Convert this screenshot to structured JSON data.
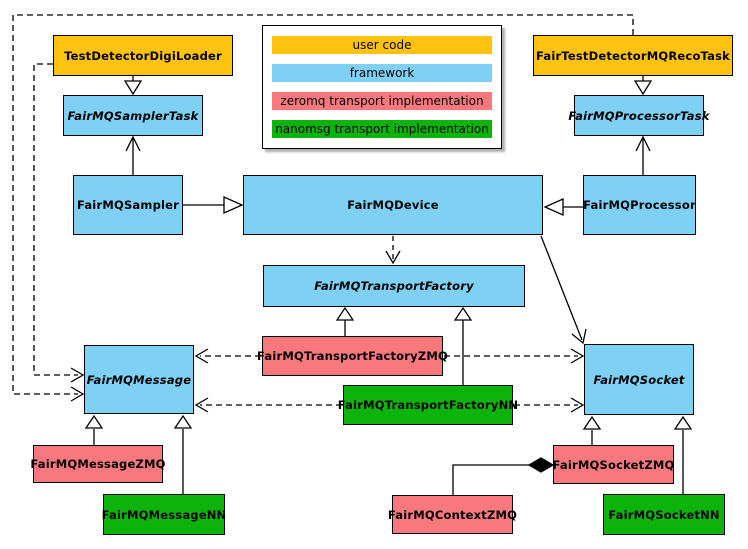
{
  "legend": {
    "items": [
      {
        "label": "user code",
        "color": "#ffc20e"
      },
      {
        "label": "framework",
        "color": "#7ed0f5"
      },
      {
        "label": "zeromq transport implementation",
        "color": "#f8797d"
      },
      {
        "label": "nanomsg transport implementation",
        "color": "#0bb30b"
      }
    ]
  },
  "nodes": [
    {
      "id": "TestDetectorDigiLoader",
      "label": "TestDetectorDigiLoader",
      "category": "user code",
      "abstract": false
    },
    {
      "id": "FairTestDetectorMQRecoTask",
      "label": "FairTestDetectorMQRecoTask",
      "category": "user code",
      "abstract": false
    },
    {
      "id": "FairMQSamplerTask",
      "label": "FairMQSamplerTask",
      "category": "framework",
      "abstract": true
    },
    {
      "id": "FairMQProcessorTask",
      "label": "FairMQProcessorTask",
      "category": "framework",
      "abstract": true
    },
    {
      "id": "FairMQSampler",
      "label": "FairMQSampler",
      "category": "framework",
      "abstract": false
    },
    {
      "id": "FairMQDevice",
      "label": "FairMQDevice",
      "category": "framework",
      "abstract": false
    },
    {
      "id": "FairMQProcessor",
      "label": "FairMQProcessor",
      "category": "framework",
      "abstract": false
    },
    {
      "id": "FairMQTransportFactory",
      "label": "FairMQTransportFactory",
      "category": "framework",
      "abstract": true
    },
    {
      "id": "FairMQTransportFactoryZMQ",
      "label": "FairMQTransportFactoryZMQ",
      "category": "zeromq transport implementation",
      "abstract": false
    },
    {
      "id": "FairMQTransportFactoryNN",
      "label": "FairMQTransportFactoryNN",
      "category": "nanomsg transport implementation",
      "abstract": false
    },
    {
      "id": "FairMQMessage",
      "label": "FairMQMessage",
      "category": "framework",
      "abstract": true
    },
    {
      "id": "FairMQSocket",
      "label": "FairMQSocket",
      "category": "framework",
      "abstract": true
    },
    {
      "id": "FairMQMessageZMQ",
      "label": "FairMQMessageZMQ",
      "category": "zeromq transport implementation",
      "abstract": false
    },
    {
      "id": "FairMQMessageNN",
      "label": "FairMQMessageNN",
      "category": "nanomsg transport implementation",
      "abstract": false
    },
    {
      "id": "FairMQContextZMQ",
      "label": "FairMQContextZMQ",
      "category": "zeromq transport implementation",
      "abstract": false
    },
    {
      "id": "FairMQSocketZMQ",
      "label": "FairMQSocketZMQ",
      "category": "zeromq transport implementation",
      "abstract": false
    },
    {
      "id": "FairMQSocketNN",
      "label": "FairMQSocketNN",
      "category": "nanomsg transport implementation",
      "abstract": false
    }
  ],
  "relationships": [
    {
      "from": "TestDetectorDigiLoader",
      "to": "FairMQSamplerTask",
      "type": "generalization",
      "line": "solid"
    },
    {
      "from": "FairTestDetectorMQRecoTask",
      "to": "FairMQProcessorTask",
      "type": "generalization",
      "line": "solid"
    },
    {
      "from": "FairMQSampler",
      "to": "FairMQSamplerTask",
      "type": "association",
      "line": "solid"
    },
    {
      "from": "FairMQProcessor",
      "to": "FairMQProcessorTask",
      "type": "association",
      "line": "solid"
    },
    {
      "from": "FairMQSampler",
      "to": "FairMQDevice",
      "type": "generalization",
      "line": "solid"
    },
    {
      "from": "FairMQProcessor",
      "to": "FairMQDevice",
      "type": "generalization",
      "line": "solid"
    },
    {
      "from": "FairMQDevice",
      "to": "FairMQTransportFactory",
      "type": "dependency",
      "line": "dashed"
    },
    {
      "from": "FairMQDevice",
      "to": "FairMQSocket",
      "type": "association",
      "line": "solid"
    },
    {
      "from": "FairMQTransportFactoryZMQ",
      "to": "FairMQTransportFactory",
      "type": "generalization",
      "line": "solid"
    },
    {
      "from": "FairMQTransportFactoryNN",
      "to": "FairMQTransportFactory",
      "type": "generalization",
      "line": "solid"
    },
    {
      "from": "FairMQTransportFactoryZMQ",
      "to": "FairMQMessage",
      "type": "dependency",
      "line": "dashed"
    },
    {
      "from": "FairMQTransportFactoryZMQ",
      "to": "FairMQSocket",
      "type": "dependency",
      "line": "dashed"
    },
    {
      "from": "FairMQTransportFactoryNN",
      "to": "FairMQMessage",
      "type": "dependency",
      "line": "dashed"
    },
    {
      "from": "FairMQTransportFactoryNN",
      "to": "FairMQSocket",
      "type": "dependency",
      "line": "dashed"
    },
    {
      "from": "FairMQMessageZMQ",
      "to": "FairMQMessage",
      "type": "generalization",
      "line": "solid"
    },
    {
      "from": "FairMQMessageNN",
      "to": "FairMQMessage",
      "type": "generalization",
      "line": "solid"
    },
    {
      "from": "FairMQSocketZMQ",
      "to": "FairMQSocket",
      "type": "generalization",
      "line": "solid"
    },
    {
      "from": "FairMQSocketNN",
      "to": "FairMQSocket",
      "type": "generalization",
      "line": "solid"
    },
    {
      "from": "FairMQContextZMQ",
      "to": "FairMQSocketZMQ",
      "type": "composition",
      "line": "solid"
    },
    {
      "from": "TestDetectorDigiLoader",
      "to": "FairMQMessage",
      "type": "dependency",
      "line": "dashed"
    },
    {
      "from": "FairTestDetectorMQRecoTask",
      "to": "FairMQMessage",
      "type": "dependency",
      "line": "dashed"
    }
  ],
  "colors": {
    "user_code": "#ffc20e",
    "framework": "#7ed0f5",
    "zeromq": "#f8797d",
    "nanomsg": "#0bb30b",
    "border": "#000000",
    "background": "#ffffff"
  }
}
